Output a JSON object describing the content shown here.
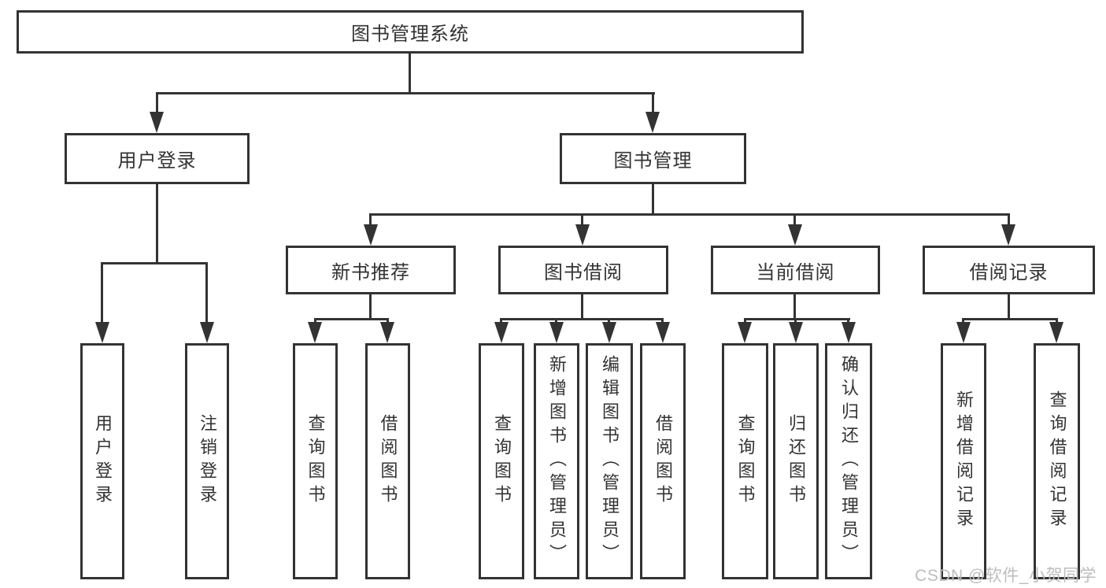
{
  "diagram": {
    "tree": {
      "label": "图书管理系统",
      "children": [
        {
          "label": "用户登录",
          "children": [
            {
              "label": "用户登录"
            },
            {
              "label": "注销登录"
            }
          ]
        },
        {
          "label": "图书管理",
          "children": [
            {
              "label": "新书推荐",
              "children": [
                {
                  "label": "查询图书"
                },
                {
                  "label": "借阅图书"
                }
              ]
            },
            {
              "label": "图书借阅",
              "children": [
                {
                  "label": "查询图书"
                },
                {
                  "label": "新增图书（管理员）"
                },
                {
                  "label": "编辑图书（管理员）"
                },
                {
                  "label": "借阅图书"
                }
              ]
            },
            {
              "label": "当前借阅",
              "children": [
                {
                  "label": "查询图书"
                },
                {
                  "label": "归还图书"
                },
                {
                  "label": "确认归还（管理员）"
                }
              ]
            },
            {
              "label": "借阅记录",
              "children": [
                {
                  "label": "新增借阅记录"
                },
                {
                  "label": "查询借阅记录"
                }
              ]
            }
          ]
        }
      ]
    },
    "colors": {
      "ink": "#333333",
      "background": "#ffffff",
      "watermark_text": "#bdbdbd"
    }
  },
  "watermark": {
    "text": "CSDN @软件_小贺同学"
  }
}
